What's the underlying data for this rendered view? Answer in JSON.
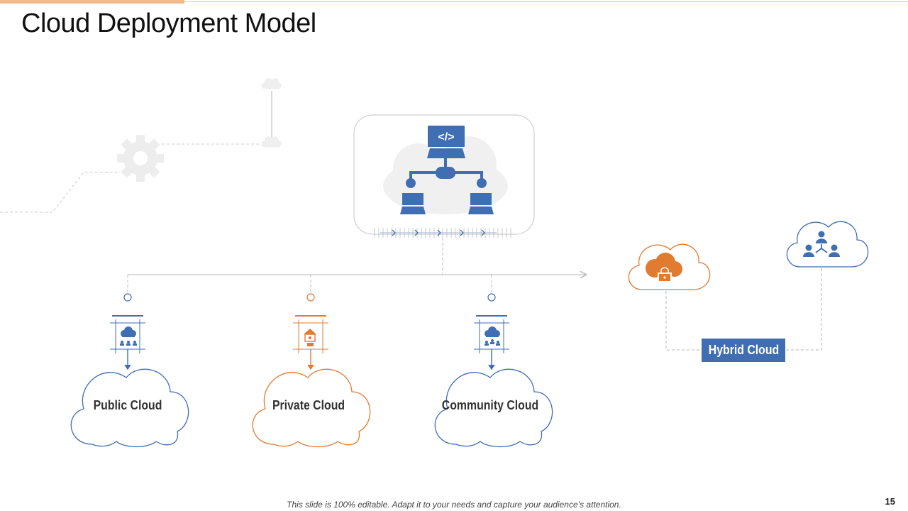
{
  "slide": {
    "title": "Cloud Deployment Model",
    "footer": "This slide is 100% editable. Adapt it to your needs and capture your audience’s attention.",
    "page_number": "15"
  },
  "clouds": {
    "public": {
      "label": "Public Cloud",
      "color": "#3f6eb3"
    },
    "private": {
      "label": "Private Cloud",
      "color": "#e07b30"
    },
    "community": {
      "label": "Community Cloud",
      "color": "#3f6eb3"
    },
    "hybrid": {
      "label": "Hybrid Cloud",
      "color": "#3f6eb3"
    }
  },
  "icons": {
    "central": "network-hierarchy-icon",
    "hybrid_left": "cloud-lock-icon",
    "hybrid_right": "cloud-users-icon",
    "background": [
      "gear-icon",
      "cloud-icon"
    ]
  },
  "colors": {
    "blue": "#3f6eb3",
    "orange": "#e07b30",
    "gray": "#b8b8b8",
    "accent": "#f2b98a"
  }
}
